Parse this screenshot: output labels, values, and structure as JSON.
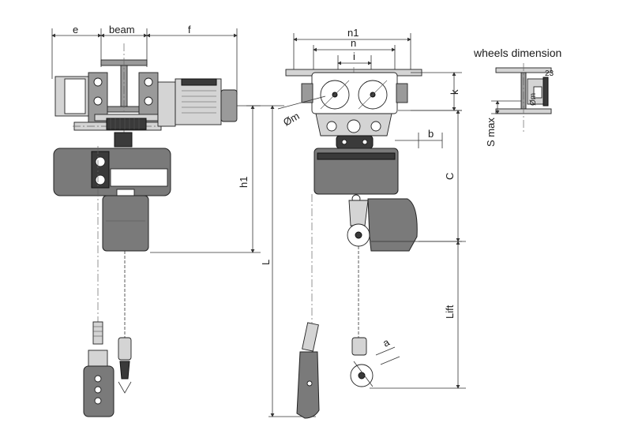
{
  "title": "wheels dimension",
  "dimensions": {
    "e": "e",
    "beam": "beam",
    "f": "f",
    "h1": "h1",
    "L": "L",
    "n1": "n1",
    "n": "n",
    "i": "i",
    "k": "k",
    "m": "Øm",
    "b": "b",
    "C": "C",
    "lift": "Lift",
    "a": "a",
    "s_max": "S max",
    "wheel_m": "Øm",
    "wheel_23": "23"
  },
  "colors": {
    "line": "#333333",
    "body": "#7a7a7a",
    "dark": "#3a3a3a",
    "light": "#d4d4d4"
  }
}
